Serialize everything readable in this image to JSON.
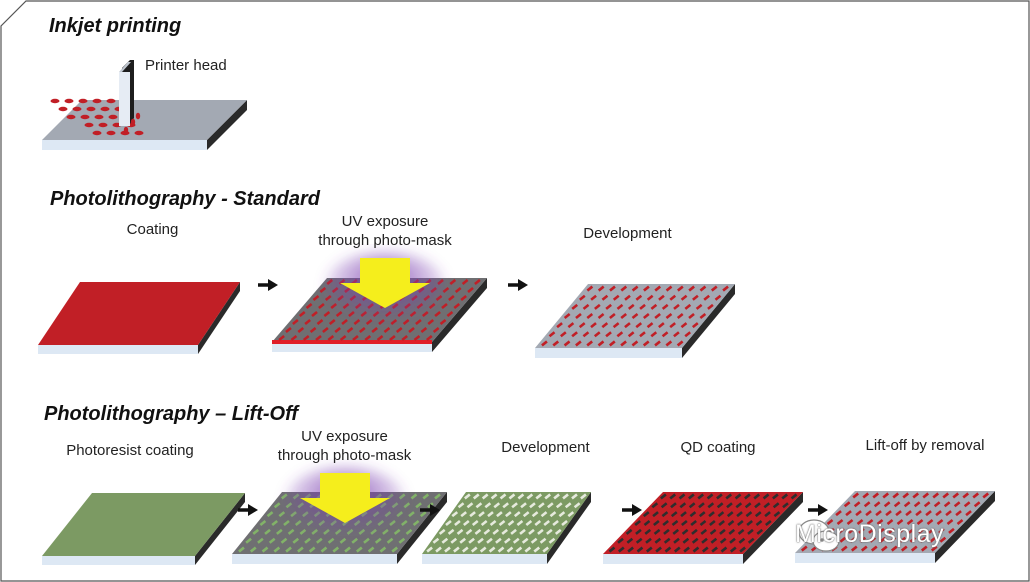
{
  "sections": {
    "inkjet": {
      "title": "Inkjet printing",
      "printer_label": "Printer head"
    },
    "standard": {
      "title": "Photolithography - Standard",
      "steps": [
        {
          "label": "Coating"
        },
        {
          "label_line1": "UV exposure",
          "label_line2": "through photo-mask"
        },
        {
          "label": "Development"
        }
      ]
    },
    "liftoff": {
      "title": "Photolithography – Lift-Off",
      "steps": [
        {
          "label": "Photoresist coating"
        },
        {
          "label_line1": "UV exposure",
          "label_line2": "through photo-mask"
        },
        {
          "label": "Development"
        },
        {
          "label": "QD coating"
        },
        {
          "label": "Lift-off by removal"
        }
      ]
    }
  },
  "watermark": {
    "text": "MicroDisplay",
    "icon": "wechat-icon"
  },
  "colors": {
    "substrate_top": "#a3a9b3",
    "substrate_front": "#dde8f4",
    "substrate_side": "#2a2a2a",
    "red_qd": "#c11f26",
    "green_resist": "#7c9a63",
    "mask_gray": "#6f6f72",
    "uv_yellow": "#f5ee1c",
    "uv_glow": "#8a4fb8",
    "arrow": "#111111"
  }
}
